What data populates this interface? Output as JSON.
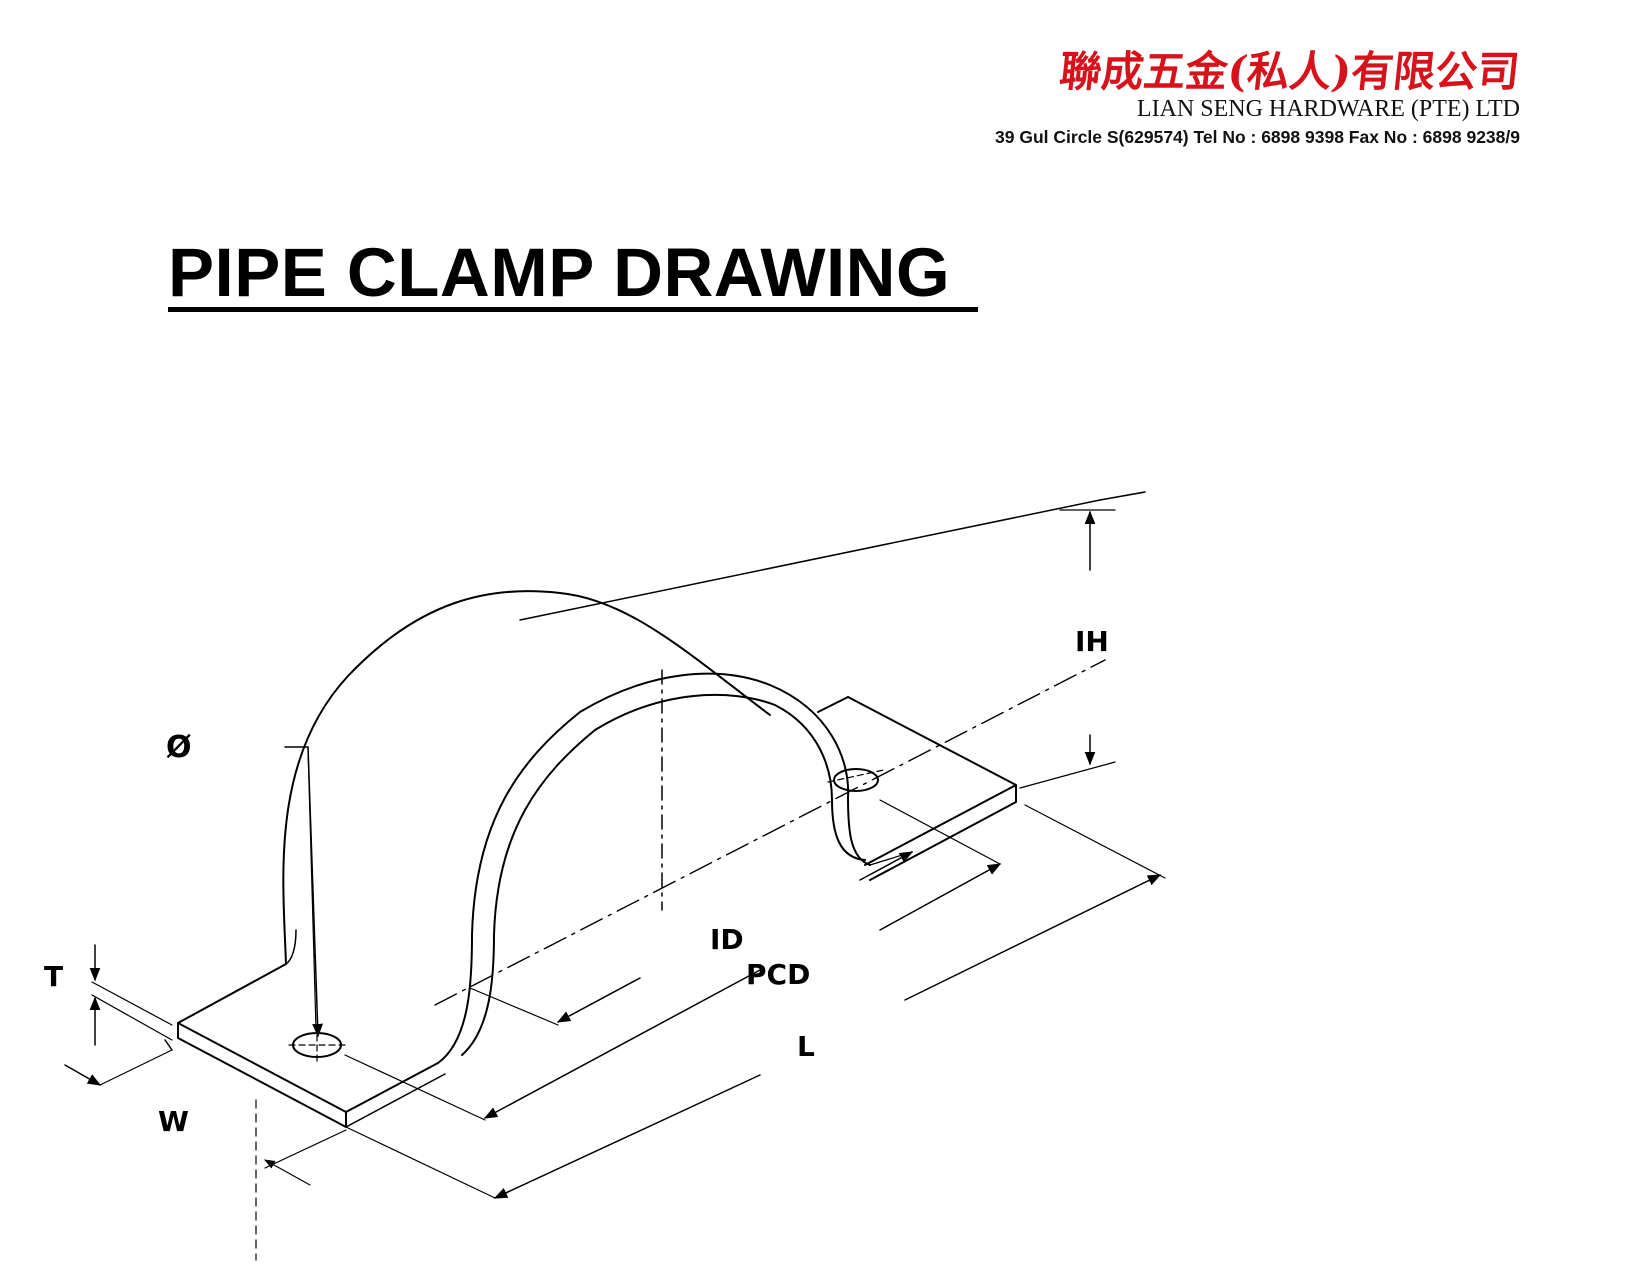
{
  "header": {
    "company_name_cn": "聯成五金(私人)有限公司",
    "company_name_en": "LIAN SENG HARDWARE (PTE) LTD",
    "address_line": "39 Gul Circle S(629574) Tel No : 6898 9398 Fax No : 6898 9238/9",
    "brand_color": "#d8121b"
  },
  "title": "PIPE CLAMP DRAWING",
  "labels": {
    "diameter": "Ø",
    "inner_height": "IH",
    "thickness": "T",
    "width": "W",
    "inner_diameter": "ID",
    "pitch_circle_diameter": "PCD",
    "length": "L"
  }
}
